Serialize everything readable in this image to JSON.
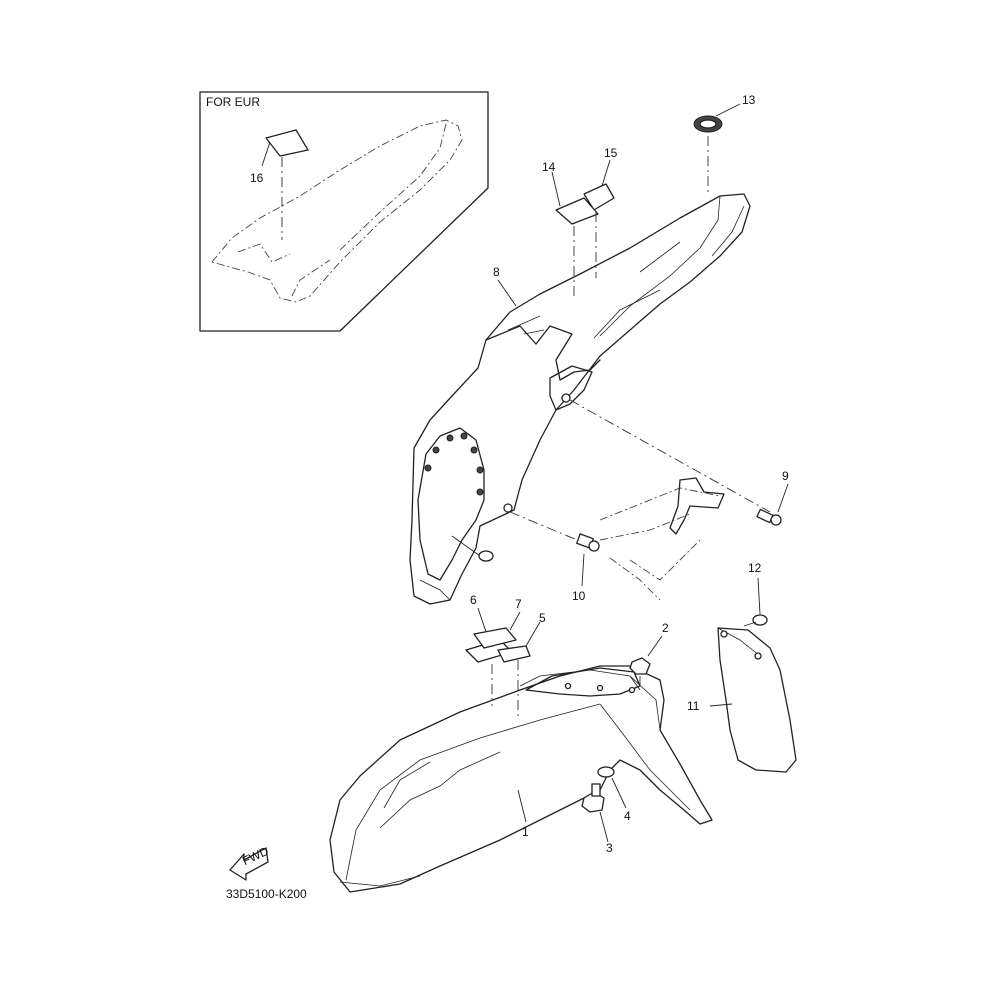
{
  "inset": {
    "title": "FOR EUR"
  },
  "callouts": [
    "1",
    "2",
    "3",
    "4",
    "5",
    "6",
    "7",
    "8",
    "9",
    "10",
    "11",
    "12",
    "13",
    "14",
    "15",
    "16"
  ],
  "fwd_arrow": {
    "text": "FWD"
  },
  "drawing_code": "33D5100-K200",
  "colors": {
    "line": "#222222",
    "background": "#ffffff"
  }
}
